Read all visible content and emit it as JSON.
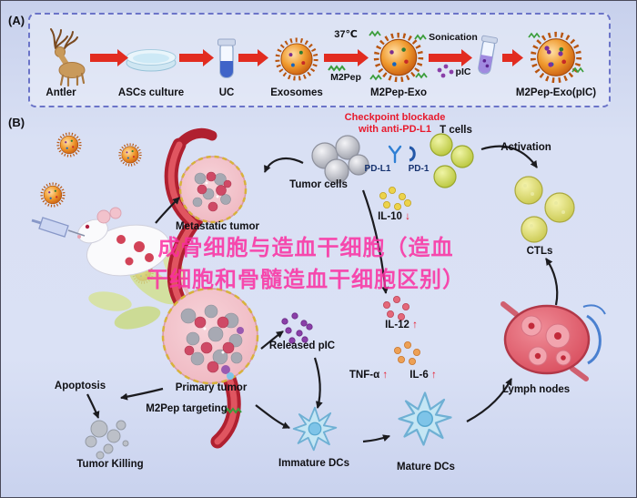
{
  "panel_labels": {
    "a": "(A)",
    "b": "(B)"
  },
  "panelA": {
    "steps": [
      {
        "name": "Antler"
      },
      {
        "name": "ASCs culture"
      },
      {
        "name": "UC"
      },
      {
        "name": "Exosomes"
      },
      {
        "name": "M2Pep-Exo"
      },
      {
        "name": "M2Pep-Exo(pIC)"
      }
    ],
    "annotations": {
      "temperature": "37℃",
      "m2pep": "M2Pep",
      "sonication": "Sonication",
      "pic": "pIC"
    }
  },
  "panelB": {
    "checkpoint_line1": "Checkpoint blockade",
    "checkpoint_line2": "with anti-PD-L1",
    "t_cells": "T cells",
    "tumor_cells": "Tumor cells",
    "pd_l1": "PD-L1",
    "pd_1": "PD-1",
    "activation": "Activation",
    "metastatic_tumor": "Metastatic tumor",
    "ctls": "CTLs",
    "released_pic": "Released pIC",
    "lymph_nodes": "Lymph nodes",
    "apoptosis": "Apoptosis",
    "primary_tumor": "Primary tumor",
    "m2pep_targeting": "M2Pep targeting",
    "tumor_killing": "Tumor Killing",
    "immature_dcs": "Immature DCs",
    "mature_dcs": "Mature DCs",
    "cytokines": [
      {
        "name": "IL-10",
        "arrow": "↓"
      },
      {
        "name": "IL-12",
        "arrow": "↑"
      },
      {
        "name": "TNF-α",
        "arrow": "↑"
      },
      {
        "name": "IL-6",
        "arrow": "↑"
      }
    ]
  },
  "watermark": {
    "line1": "成骨细胞与造血干细胞（造血",
    "line2": "干细胞和骨髓造血干细胞区别）"
  },
  "colors": {
    "process_arrow_red": "#e22c20",
    "checkpoint_red": "#e8192c",
    "watermark_pink": "#fa2da0",
    "vessel_red": "#b02030",
    "exosome_orange": "#f09a2e",
    "dc_blue": "#7ec4e8",
    "lymph_pink": "#d84a5a"
  }
}
